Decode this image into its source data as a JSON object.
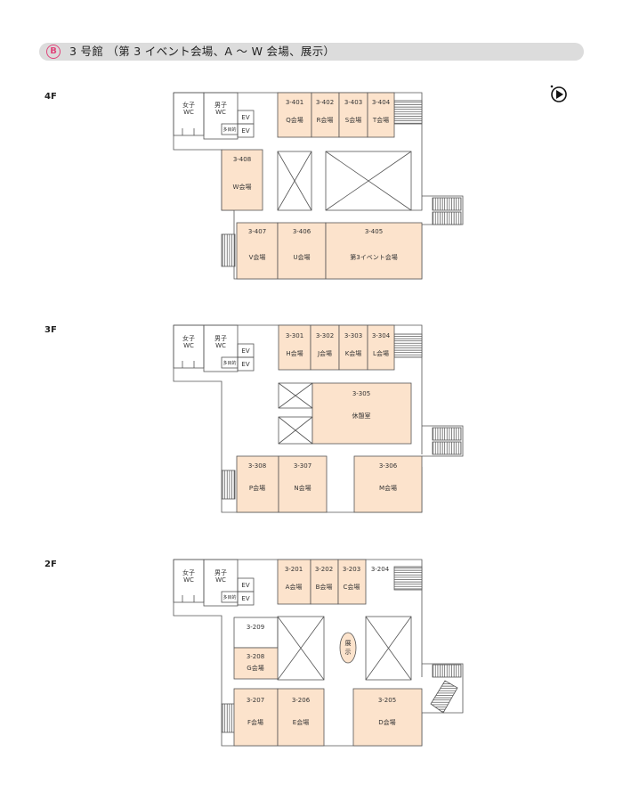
{
  "header": {
    "badge": "B",
    "title": "3 号館 （第 3 イベント会場、A ～ W 会場、展示）"
  },
  "icons": {
    "compass": "compass-icon"
  },
  "colors": {
    "room_fill": "#fce3cc",
    "header_bg": "#dcdcdc",
    "badge": "#e0457b"
  },
  "floors": {
    "f4": {
      "label": "4F",
      "wc_women": [
        "女子",
        "WC"
      ],
      "wc_men": [
        "男子",
        "WC"
      ],
      "ev": "EV",
      "multi": "多目的",
      "rooms": {
        "r401": {
          "num": "3-401",
          "name": "Q会場"
        },
        "r402": {
          "num": "3-402",
          "name": "R会場"
        },
        "r403": {
          "num": "3-403",
          "name": "S会場"
        },
        "r404": {
          "num": "3-404",
          "name": "T会場"
        },
        "r408": {
          "num": "3-408",
          "name": "W会場"
        },
        "r407": {
          "num": "3-407",
          "name": "V会場"
        },
        "r406": {
          "num": "3-406",
          "name": "U会場"
        },
        "r405": {
          "num": "3-405",
          "name": "第3イベント会場"
        }
      }
    },
    "f3": {
      "label": "3F",
      "wc_women": [
        "女子",
        "WC"
      ],
      "wc_men": [
        "男子",
        "WC"
      ],
      "ev": "EV",
      "multi": "多目的",
      "rooms": {
        "r301": {
          "num": "3-301",
          "name": "H会場"
        },
        "r302": {
          "num": "3-302",
          "name": "J会場"
        },
        "r303": {
          "num": "3-303",
          "name": "K会場"
        },
        "r304": {
          "num": "3-304",
          "name": "L会場"
        },
        "r305": {
          "num": "3-305",
          "name": "休憩室"
        },
        "r308": {
          "num": "3-308",
          "name": "P会場"
        },
        "r307": {
          "num": "3-307",
          "name": "N会場"
        },
        "r306": {
          "num": "3-306",
          "name": "M会場"
        }
      }
    },
    "f2": {
      "label": "2F",
      "wc_women": [
        "女子",
        "WC"
      ],
      "wc_men": [
        "男子",
        "WC"
      ],
      "ev": "EV",
      "multi": "多目的",
      "exhibit": [
        "展",
        "示"
      ],
      "rooms": {
        "r201": {
          "num": "3-201",
          "name": "A会場"
        },
        "r202": {
          "num": "3-202",
          "name": "B会場"
        },
        "r203": {
          "num": "3-203",
          "name": "C会場"
        },
        "r204": {
          "num": "3-204",
          "name": ""
        },
        "r209": {
          "num": "3-209",
          "name": ""
        },
        "r208": {
          "num": "3-208",
          "name": "G会場"
        },
        "r207": {
          "num": "3-207",
          "name": "F会場"
        },
        "r206": {
          "num": "3-206",
          "name": "E会場"
        },
        "r205": {
          "num": "3-205",
          "name": "D会場"
        }
      }
    }
  }
}
